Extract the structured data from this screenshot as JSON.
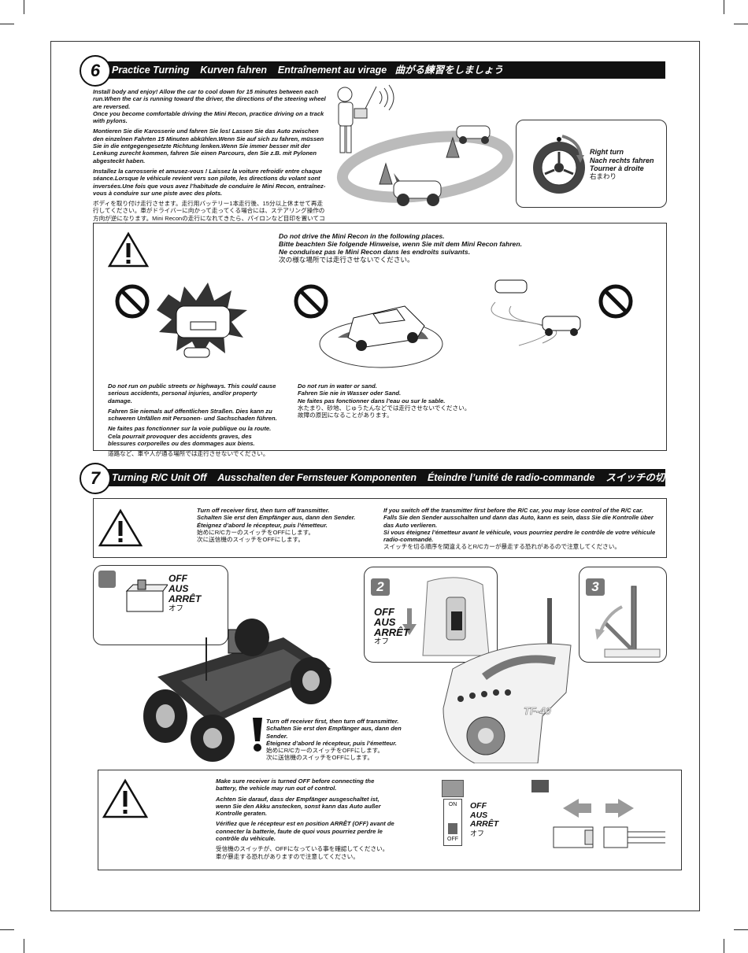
{
  "section6": {
    "number": "6",
    "title": "Practice Turning    Kurven fahren    Entraînement au virage   曲がる練習をしましょう",
    "para_en": "Install body and enjoy!  Allow the car to cool down for 15 minutes between each run.When the car is running toward the driver, the directions of the steering wheel are reversed.",
    "para_en2": "Once you become comfortable driving the Mini Recon, practice driving on a track with pylons.",
    "para_de": "Montieren Sie die Karosserie und fahren Sie los! Lassen Sie das Auto zwischen den einzelnen Fahrten 15 Minuten abkühlen.Wenn Sie auf sich zu fahren, müssen Sie in die entgegengesetzte Richtung lenken.Wenn Sie immer besser mit der Lenkung zurecht kommen, fahren Sie einen Parcours, den Sie z.B. mit Pylonen abgesteckt haben.",
    "para_fr": "Installez la carrosserie et amusez-vous ! Laissez la voiture refroidir entre chaque séance.Lorsque le véhicule revient vers son pilote, les directions du volant sont inversées.Une fois que vous avez l’habitude de conduire le Mini Recon, entraînez-vous à conduire sur une piste avec des plots.",
    "para_jp": "ボディを取り付け走行させます。走行用バッテリー1本走行後、15分以上休ませて再走行してください。車がドライバーに向かって走ってくる場合には、ステアリング操作の方向が逆になります。Mini Reconの走行になれてきたら、パイロンなど目印を置いてコース走りに走ってみましょう。",
    "turn_en": "Right turn",
    "turn_de": "Nach rechts fahren",
    "turn_fr": "Tourner à droite",
    "turn_jp": "右まわり"
  },
  "warn1": {
    "head_en": "Do not drive the Mini Recon in the following places.",
    "head_de": "Bitte beachten Sie folgende Hinweise, wenn Sie mit dem Mini Recon fahren.",
    "head_fr": "Ne conduisez pas le Mini Recon dans les endroits suivants.",
    "head_jp": "次の様な場所では走行させないでください。",
    "street_en": "Do not run on public streets or highways. This could cause serious accidents, personal injuries, and/or property damage.",
    "street_de": "Fahren Sie niemals auf öffentlichen Straßen. Dies kann zu schweren Unfällen mit Personen- und Sachschaden führen.",
    "street_fr": "Ne faites pas fonctionner sur la voie publique ou la route. Cela pourrait provoquer des accidents graves, des blessures corporelles ou des dommages aux biens.",
    "street_jp": "道路など、車や人が通る場所では走行させないでください。",
    "water_en": "Do not run in water or sand.",
    "water_de": "Fahren Sie nie in Wasser oder Sand.",
    "water_fr": "Ne faites pas fonctionner dans l’eau ou sur le sable.",
    "water_jp1": "水たまり、砂地、じゅうたんなどでは走行させないでください。",
    "water_jp2": "故障の原因になることがあります。"
  },
  "section7": {
    "number": "7",
    "title": "Turning R/C Unit Off    Ausschalten der Fernsteuer Komponenten    Éteindre l’unité de radio-commande    スイッチの切り方"
  },
  "warn2": {
    "l_en": "Turn off receiver first, then turn off transmitter.",
    "l_de": "Schalten Sie erst den Empfänger aus, dann den Sender.",
    "l_fr": "Éteignez d’abord le récepteur, puis l’émetteur.",
    "l_jp1": "始めにR/CカーのスイッチをOFFにします。",
    "l_jp2": "次に送信機のスイッチをOFFにします。",
    "r_en": "If you switch off the transmitter first before the R/C car, you may lose control of the R/C car.",
    "r_de": "Falls Sie den Sender ausschalten und dann das Auto, kann es sein, dass Sie die Kontrolle über das Auto verlieren.",
    "r_fr": "Si vous éteignez l’émetteur avant le véhicule, vous pourriez perdre le contrôle de votre véhicule radio-commandé.",
    "r_jp": "スイッチを切る順序を間違えるとR/Cカーが暴走する恐れがあるので注意してください。"
  },
  "steps": {
    "off_en": "OFF",
    "off_de": "AUS",
    "off_fr": "ARRÊT",
    "off_jp": "オフ",
    "step2": "2",
    "step3": "3",
    "tx_label": "TF-40",
    "mid_en": "Turn off receiver first, then turn off transmitter.",
    "mid_de": "Schalten Sie erst den Empfänger aus, dann den Sender.",
    "mid_fr": "Éteignez d’abord le récepteur, puis l’émetteur.",
    "mid_jp1": "始めにR/CカーのスイッチをOFFにします。",
    "mid_jp2": "次に送信機のスイッチをOFFにします。"
  },
  "warn3": {
    "en": "Make sure receiver is turned OFF before connecting the battery, the vehicle may run out of control.",
    "de": "Achten Sie darauf, dass der Empfänger ausgeschaltet ist, wenn Sie den Akku anstecken, sonst kann das Auto außer Kontrolle geraten.",
    "fr": "Vérifiez que le récepteur est en position ARRÊT (OFF) avant de connecter la batterie, faute de quoi vous pourriez perdre le contrôle du véhicule.",
    "jp1": "受信機のスイッチが、OFFになっている事を確認してください。",
    "jp2": "車が暴走する恐れがありますので注意してください。",
    "sw_on": "ON",
    "sw_off": "OFF"
  }
}
